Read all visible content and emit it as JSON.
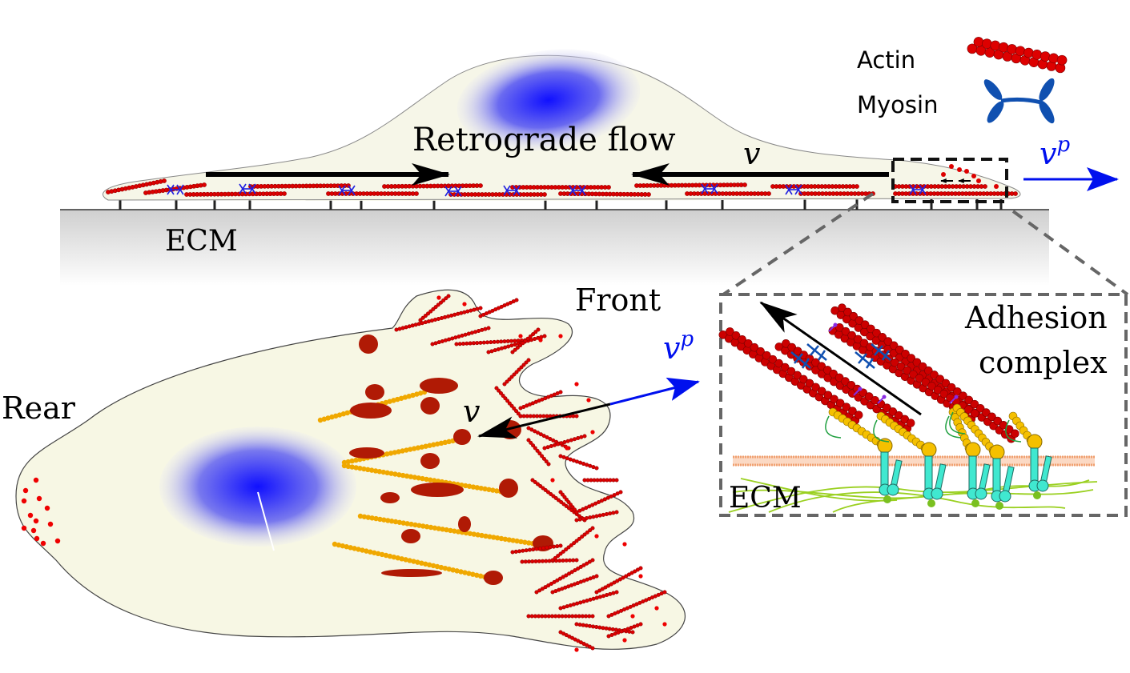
{
  "figure": {
    "title": "Cell migration: retrograde actin flow and adhesion",
    "colors": {
      "cytoplasm": "#f6f6e6",
      "cell_outline": "#555555",
      "nucleus_center": "#1010ff",
      "nucleus_edge": "#c8c8ec",
      "actin": "#dd0000",
      "actin_dark": "#b01a05",
      "myosin": "#1050b0",
      "myosin_small": "#2020e0",
      "linker": "#8a2be2",
      "stress_fiber": "#f0a800",
      "talin": "#f5c000",
      "integrin": "#40e8d0",
      "membrane": "#f0a070",
      "ecm_fiber": "#9ad020",
      "ecm_ligand": "#7ac020",
      "vinculin": "#20a040",
      "protrusion_velocity": "#0010ee",
      "flow_arrow": "#000000",
      "zoom_box": "#666666"
    }
  },
  "legend": {
    "items": [
      {
        "label": "Actin",
        "icon": "actin-filament-icon"
      },
      {
        "label": "Myosin",
        "icon": "myosin-motor-icon"
      }
    ]
  },
  "side_view": {
    "flow_label": "Retrograde flow",
    "velocity_label": "v",
    "protrusion_label_base": "v",
    "protrusion_label_sup": "p",
    "substrate_label": "ECM"
  },
  "top_view": {
    "rear_label": "Rear",
    "front_label": "Front",
    "velocity_label": "v",
    "protrusion_label_base": "v",
    "protrusion_label_sup": "p"
  },
  "inset": {
    "title_line1": "Adhesion",
    "title_line2": "complex",
    "substrate_label": "ECM"
  }
}
